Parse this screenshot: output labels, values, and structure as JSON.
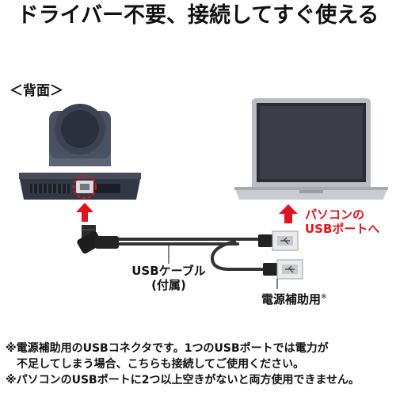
{
  "headline": "ドライバー不要、接続してすぐ使える",
  "back_label": "＜背面＞",
  "cable_label_line1": "USBケーブル",
  "cable_label_line2": "(付属)",
  "pc_label_line1": "パソコンの",
  "pc_label_line2": "USBポートへ",
  "aux_label": "電源補助用",
  "aux_label_mark": "※",
  "notes": [
    "※電源補助用のUSBコネクタです。1つのUSBポートでは電力が",
    "不足してしまう場合、こちらも接続してご使用ください。",
    "※パソコンのUSBポートに2つ以上空きがないと両方使用できません。"
  ],
  "colors": {
    "accent_red": "#e0141e",
    "camera_body": "#3c4352",
    "laptop_silver": "#b9bcc2",
    "cable": "#333333"
  },
  "icons": [
    "usb-b-connector-icon",
    "usb-a-connector-icon",
    "usb-trident-icon",
    "up-arrow-icon"
  ]
}
